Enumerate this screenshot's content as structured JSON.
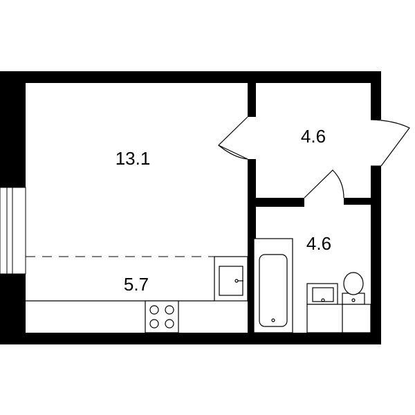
{
  "floorplan": {
    "rooms": [
      {
        "id": "living-room",
        "area": "13.1"
      },
      {
        "id": "kitchen-zone",
        "area": "5.7"
      },
      {
        "id": "hallway",
        "area": "4.6"
      },
      {
        "id": "bathroom",
        "area": "4.6"
      }
    ],
    "colors": {
      "wall": "#000000",
      "background": "#ffffff",
      "line": "#000000"
    }
  }
}
